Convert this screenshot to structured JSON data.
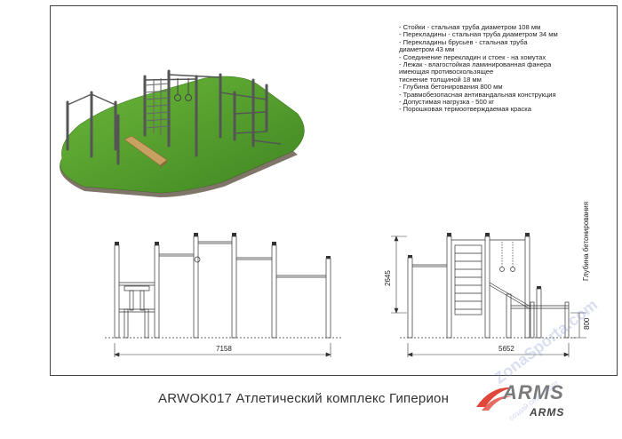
{
  "specs": [
    "- Стойки - стальная труба диаметром 108 мм",
    "- Перекладины - стальная труба диаметром 34 мм",
    "- Перекладины брусьев - стальная труба",
    "диаметром 43 мм",
    "- Соединение перекладин и стоек - на хомутах",
    "- Лежак - влагостойкая ламинированная фанера",
    "имеющая противоскользящее",
    "тиснение толщиной 18 мм",
    "- Глубина бетонирования 800 мм",
    "- Травмобезопасная антивандальная конструкция",
    "- Допустимая нагрузка - 500 кг",
    "- Порошковая термоотверждаемая краска"
  ],
  "dimensions": {
    "front_width": "7158",
    "side_width": "5652",
    "height": "2645",
    "depth": "800",
    "depth_label": "Глубина бетонирования"
  },
  "title": "ARWOK017 Атлетический комплекс Гиперион",
  "logo": {
    "main": "ARMS",
    "sub": "ARMS"
  },
  "watermark": {
    "main": "ZonaSporta.com",
    "sub": "создай свой спорт"
  },
  "colors": {
    "grass": "#4f9a2c",
    "steel": "#5a5a5a",
    "board": "#c8a062",
    "line": "#333333"
  }
}
